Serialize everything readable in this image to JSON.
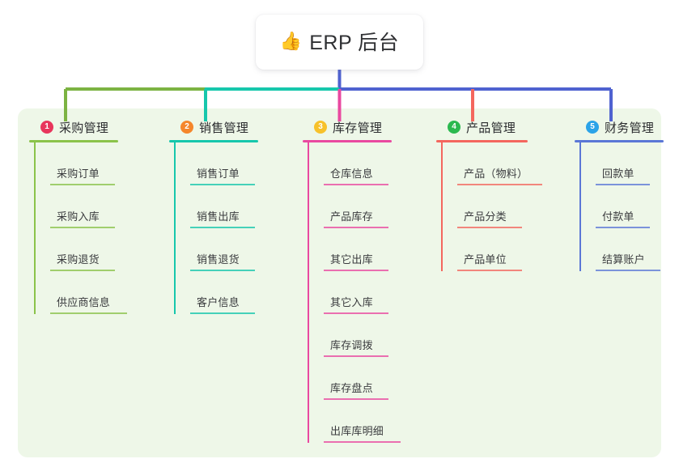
{
  "root": {
    "icon": "thumbs-up-icon",
    "emoji": "👍",
    "title": "ERP 后台"
  },
  "colors": {
    "panel_bg": "#eef7e8",
    "page_bg": "#ffffff",
    "root_text": "#2f3033",
    "branch_1": "#7cb342",
    "branch_2": "#16c7ac",
    "branch_3": "#e949a0",
    "branch_4": "#f4675e",
    "branch_5": "#4f62d0",
    "badge_1": "#e8355c",
    "badge_2": "#f5862b",
    "badge_3": "#f7c12a",
    "badge_4": "#2bb94f",
    "badge_5": "#2ba3e8"
  },
  "branches": [
    {
      "index": "1",
      "title": "采购管理",
      "badge_color": "#e8355c",
      "line_color": "#8bc34a",
      "rule_width": 110,
      "items": [
        {
          "label": "采购订单",
          "rule_width": 80
        },
        {
          "label": "采购入库",
          "rule_width": 80
        },
        {
          "label": "采购退货",
          "rule_width": 80
        },
        {
          "label": "供应商信息",
          "rule_width": 95
        }
      ]
    },
    {
      "index": "2",
      "title": "销售管理",
      "badge_color": "#f5862b",
      "line_color": "#16c7ac",
      "rule_width": 110,
      "items": [
        {
          "label": "销售订单",
          "rule_width": 80
        },
        {
          "label": "销售出库",
          "rule_width": 80
        },
        {
          "label": "销售退货",
          "rule_width": 80
        },
        {
          "label": "客户信息",
          "rule_width": 80
        }
      ]
    },
    {
      "index": "3",
      "title": "库存管理",
      "badge_color": "#f7c12a",
      "line_color": "#e949a0",
      "rule_width": 110,
      "items": [
        {
          "label": "仓库信息",
          "rule_width": 80
        },
        {
          "label": "产品库存",
          "rule_width": 80
        },
        {
          "label": "其它出库",
          "rule_width": 80
        },
        {
          "label": "其它入库",
          "rule_width": 80
        },
        {
          "label": "库存调拨",
          "rule_width": 80
        },
        {
          "label": "库存盘点",
          "rule_width": 80
        },
        {
          "label": "出库库明细",
          "rule_width": 95
        }
      ]
    },
    {
      "index": "4",
      "title": "产品管理",
      "badge_color": "#2bb94f",
      "line_color": "#f4675e",
      "rule_width": 113,
      "items": [
        {
          "label": "产品（物料）",
          "rule_width": 105
        },
        {
          "label": "产品分类",
          "rule_width": 80
        },
        {
          "label": "产品单位",
          "rule_width": 80
        }
      ]
    },
    {
      "index": "5",
      "title": "财务管理",
      "badge_color": "#2ba3e8",
      "line_color": "#5b77d6",
      "rule_width": 110,
      "items": [
        {
          "label": "回款单",
          "rule_width": 67
        },
        {
          "label": "付款单",
          "rule_width": 67
        },
        {
          "label": "结算账户",
          "rule_width": 80
        }
      ]
    }
  ]
}
